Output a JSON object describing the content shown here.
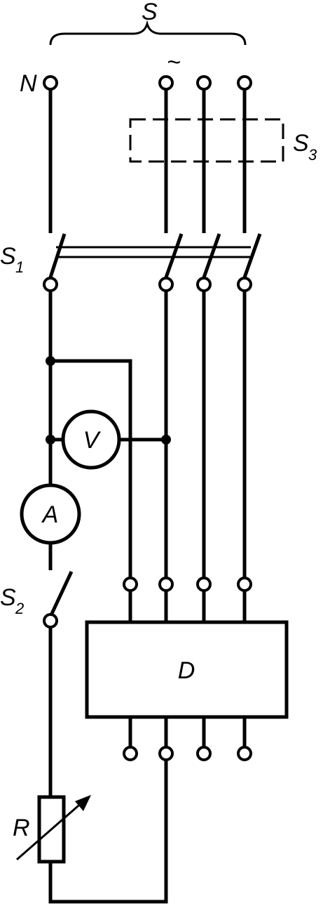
{
  "labels": {
    "supply": "S",
    "neutral": "N",
    "ac": "~",
    "isolator": "S",
    "isolator_sub": "3",
    "main_switch": "S",
    "main_switch_sub": "1",
    "test_switch": "S",
    "test_switch_sub": "2",
    "voltmeter": "V",
    "ammeter": "A",
    "device": "D",
    "resistor": "R"
  }
}
